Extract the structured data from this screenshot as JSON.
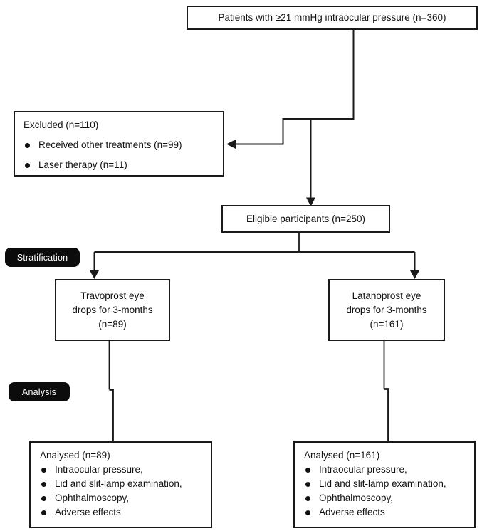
{
  "flowchart": {
    "enrollment": {
      "text": "Patients with ≥21 mmHg intraocular pressure (n=360)"
    },
    "excluded": {
      "title": "Excluded (n=110)",
      "items": [
        "Received other treatments (n=99)",
        "Laser therapy (n=11)"
      ]
    },
    "eligible": {
      "text": "Eligible participants (n=250)"
    },
    "stratification_label": "Stratification",
    "travoprost": {
      "lines": [
        "Travoprost eye",
        "drops for 3-months",
        "(n=89)"
      ]
    },
    "latanoprost": {
      "lines": [
        "Latanoprost eye",
        "drops for 3-months",
        "(n=161)"
      ]
    },
    "analysis_label": "Analysis",
    "analysed_travoprost": {
      "title": "Analysed (n=89)",
      "items": [
        "Intraocular pressure,",
        "Lid and slit-lamp examination,",
        "Ophthalmoscopy,",
        "Adverse effects"
      ]
    },
    "analysed_latanoprost": {
      "title": "Analysed (n=161)",
      "items": [
        "Intraocular pressure,",
        "Lid and slit-lamp examination,",
        "Ophthalmoscopy,",
        "Adverse effects"
      ]
    },
    "colors": {
      "background": "#ffffff",
      "box_border": "#1a1a1a",
      "line": "#1a1a1a",
      "label_background": "#0c0c0c",
      "label_text": "#ffffff"
    }
  }
}
